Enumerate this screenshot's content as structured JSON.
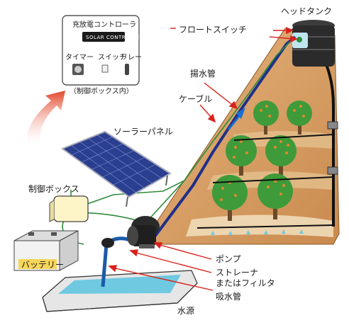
{
  "labels": {
    "controller_title": "充放電コントローラ",
    "controller_brand": "SOLAR CONTROLLER",
    "timer": "タイマー",
    "switch": "スイッチ",
    "relay": "リレー",
    "box_inside": "（制御ボックス内）",
    "head_tank": "ヘッドタンク",
    "float_switch": "フロートスイッチ",
    "lift_pipe": "揚水管",
    "cable": "ケーブル",
    "solar_panel": "ソーラーパネル",
    "control_box": "制御ボックス",
    "battery": "バッテリー",
    "pump": "ポンプ",
    "strainer_line1": "ストレーナ",
    "strainer_line2": "またはフィルタ",
    "suction_pipe": "吸水管",
    "water_source": "水源"
  },
  "colors": {
    "slope": "#d9a46a",
    "terrace": "#c98a4e",
    "pipe_blue": "#1f2f8a",
    "cable_green": "#2e8b3a",
    "leader_red": "#d9211c",
    "tank": "#2b2b2b",
    "panel": "#2a3f8f",
    "water": "#6fc9e0",
    "tree": "#3f9a3a",
    "fruit": "#e08a2a"
  }
}
